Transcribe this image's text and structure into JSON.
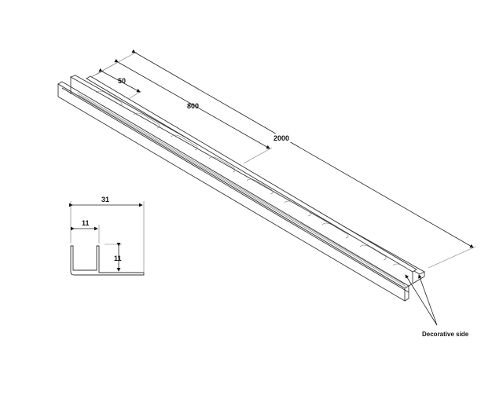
{
  "drawing": {
    "type": "technical-drawing",
    "subject": "U-profile edge trim with decorative side",
    "dimensions": {
      "pitch": "50",
      "segment": "800",
      "total_length": "2000",
      "profile_width": "31",
      "inner_width": "11",
      "inner_height": "11"
    },
    "callout": "Decorative side"
  },
  "colors": {
    "line": "#222222",
    "background": "#ffffff"
  }
}
